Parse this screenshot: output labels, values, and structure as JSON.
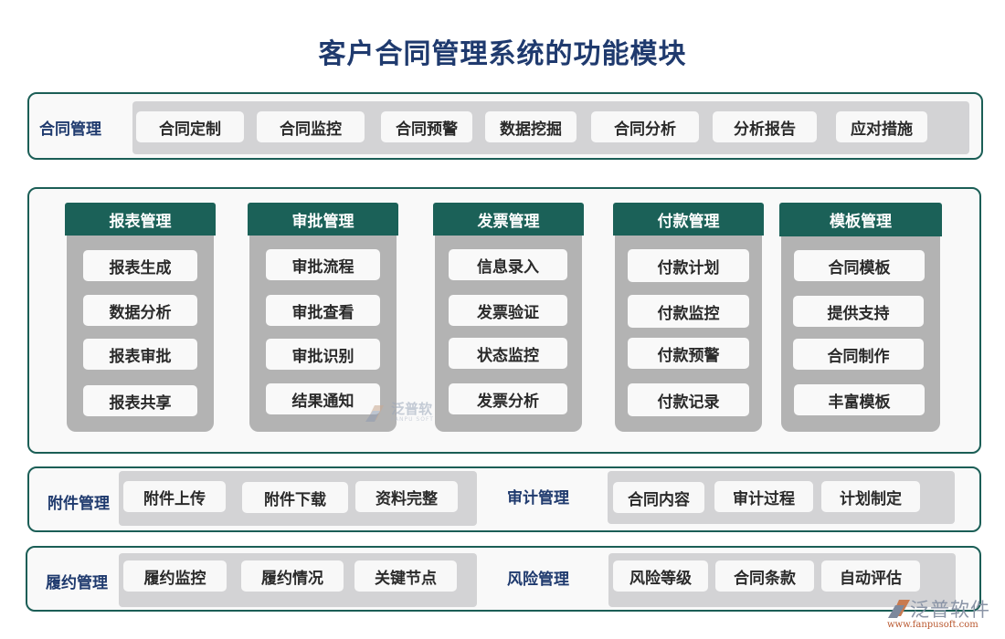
{
  "title": "客户合同管理系统的功能模块",
  "contract_management": {
    "label": "合同管理",
    "items": [
      "合同定制",
      "合同监控",
      "合同预警",
      "数据挖掘",
      "合同分析",
      "分析报告",
      "应对措施"
    ]
  },
  "columns": [
    {
      "header": "报表管理",
      "items": [
        "报表生成",
        "数据分析",
        "报表审批",
        "报表共享"
      ]
    },
    {
      "header": "审批管理",
      "items": [
        "审批流程",
        "审批查看",
        "审批识别",
        "结果通知"
      ]
    },
    {
      "header": "发票管理",
      "items": [
        "信息录入",
        "发票验证",
        "状态监控",
        "发票分析"
      ]
    },
    {
      "header": "付款管理",
      "items": [
        "付款计划",
        "付款监控",
        "付款预警",
        "付款记录"
      ]
    },
    {
      "header": "模板管理",
      "items": [
        "合同模板",
        "提供支持",
        "合同制作",
        "丰富模板"
      ]
    }
  ],
  "attachment_management": {
    "label": "附件管理",
    "items": [
      "附件上传",
      "附件下载",
      "资料完整"
    ]
  },
  "audit_management": {
    "label": "审计管理",
    "items": [
      "合同内容",
      "审计过程",
      "计划制定"
    ]
  },
  "performance_management": {
    "label": "履约管理",
    "items": [
      "履约监控",
      "履约情况",
      "关键节点"
    ]
  },
  "risk_management": {
    "label": "风险管理",
    "items": [
      "风险等级",
      "合同条款",
      "自动评估"
    ]
  },
  "watermark": {
    "center_text": "泛普软",
    "center_sub": "FANPU SOFT",
    "corner_text": "泛普软件",
    "corner_url": "www.fanpusoft.com"
  },
  "colors": {
    "title": "#1f3a6e",
    "border": "#1b5e56",
    "column_header": "#1b6158",
    "column_body": "#b3b3b3",
    "tray": "#d3d3d5",
    "chip": "#f8f8f8"
  }
}
